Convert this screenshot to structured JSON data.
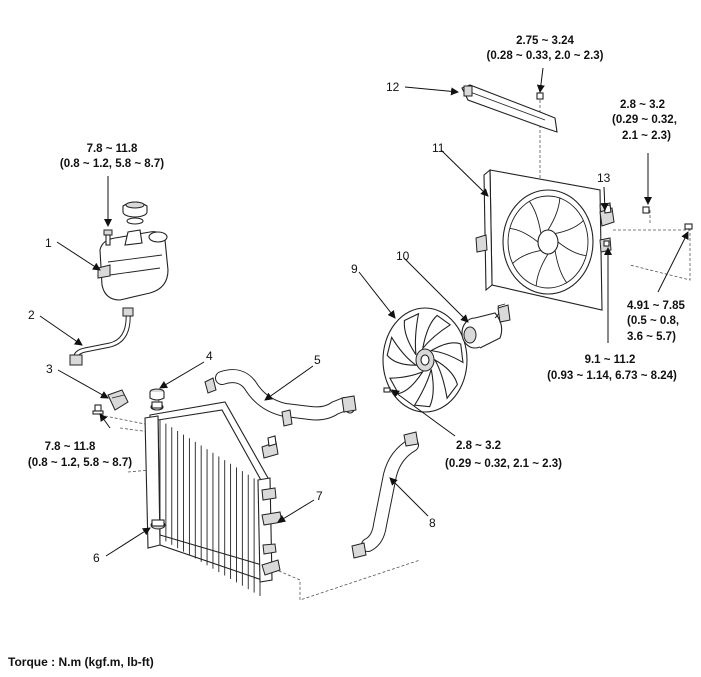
{
  "callouts": [
    "1",
    "2",
    "3",
    "4",
    "5",
    "6",
    "7",
    "8",
    "9",
    "10",
    "11",
    "12",
    "13"
  ],
  "torques": {
    "reservoir": [
      "7.8 ~ 11.8",
      "(0.8 ~ 1.2, 5.8 ~ 8.7)"
    ],
    "bracket": [
      "7.8 ~ 11.8",
      "(0.8 ~ 1.2, 5.8 ~ 8.7)"
    ],
    "fan_nut": [
      "2.8 ~ 3.2",
      "(0.29 ~ 0.32, 2.1 ~ 2.3)"
    ],
    "rail": [
      "2.75 ~ 3.24",
      "(0.28 ~ 0.33, 2.0 ~ 2.3)"
    ],
    "shroud_top": [
      "2.8 ~ 3.2",
      "(0.29 ~ 0.32,",
      "2.1 ~ 2.3)"
    ],
    "shroud_side": [
      "4.91 ~ 7.85",
      "(0.5 ~ 0.8,",
      "3.6 ~ 5.7)"
    ],
    "shroud_bottom": [
      "9.1 ~ 11.2",
      "(0.93 ~ 1.14, 6.73 ~ 8.24)"
    ]
  },
  "footer": {
    "caption": "Torque : N.m (kgf.m, lb-ft)"
  }
}
